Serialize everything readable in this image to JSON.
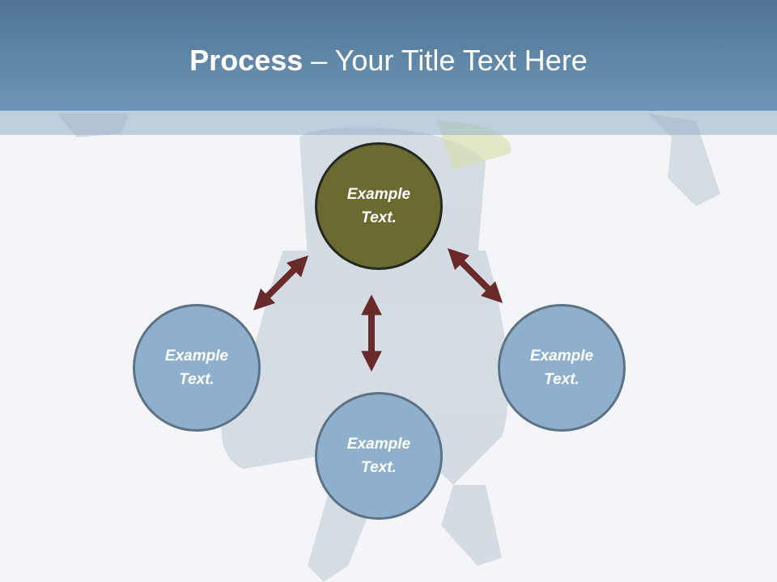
{
  "title": {
    "bold": "Process",
    "rest": " – Your Title Text Here"
  },
  "nodes": {
    "center": "Example Text.",
    "left": "Example Text.",
    "bottom": "Example Text.",
    "right": "Example Text."
  },
  "colors": {
    "header": "#5d83a5",
    "center_fill": "#6b6a30",
    "side_fill": "#8fb0cc",
    "arrow": "#6b2a2a"
  }
}
